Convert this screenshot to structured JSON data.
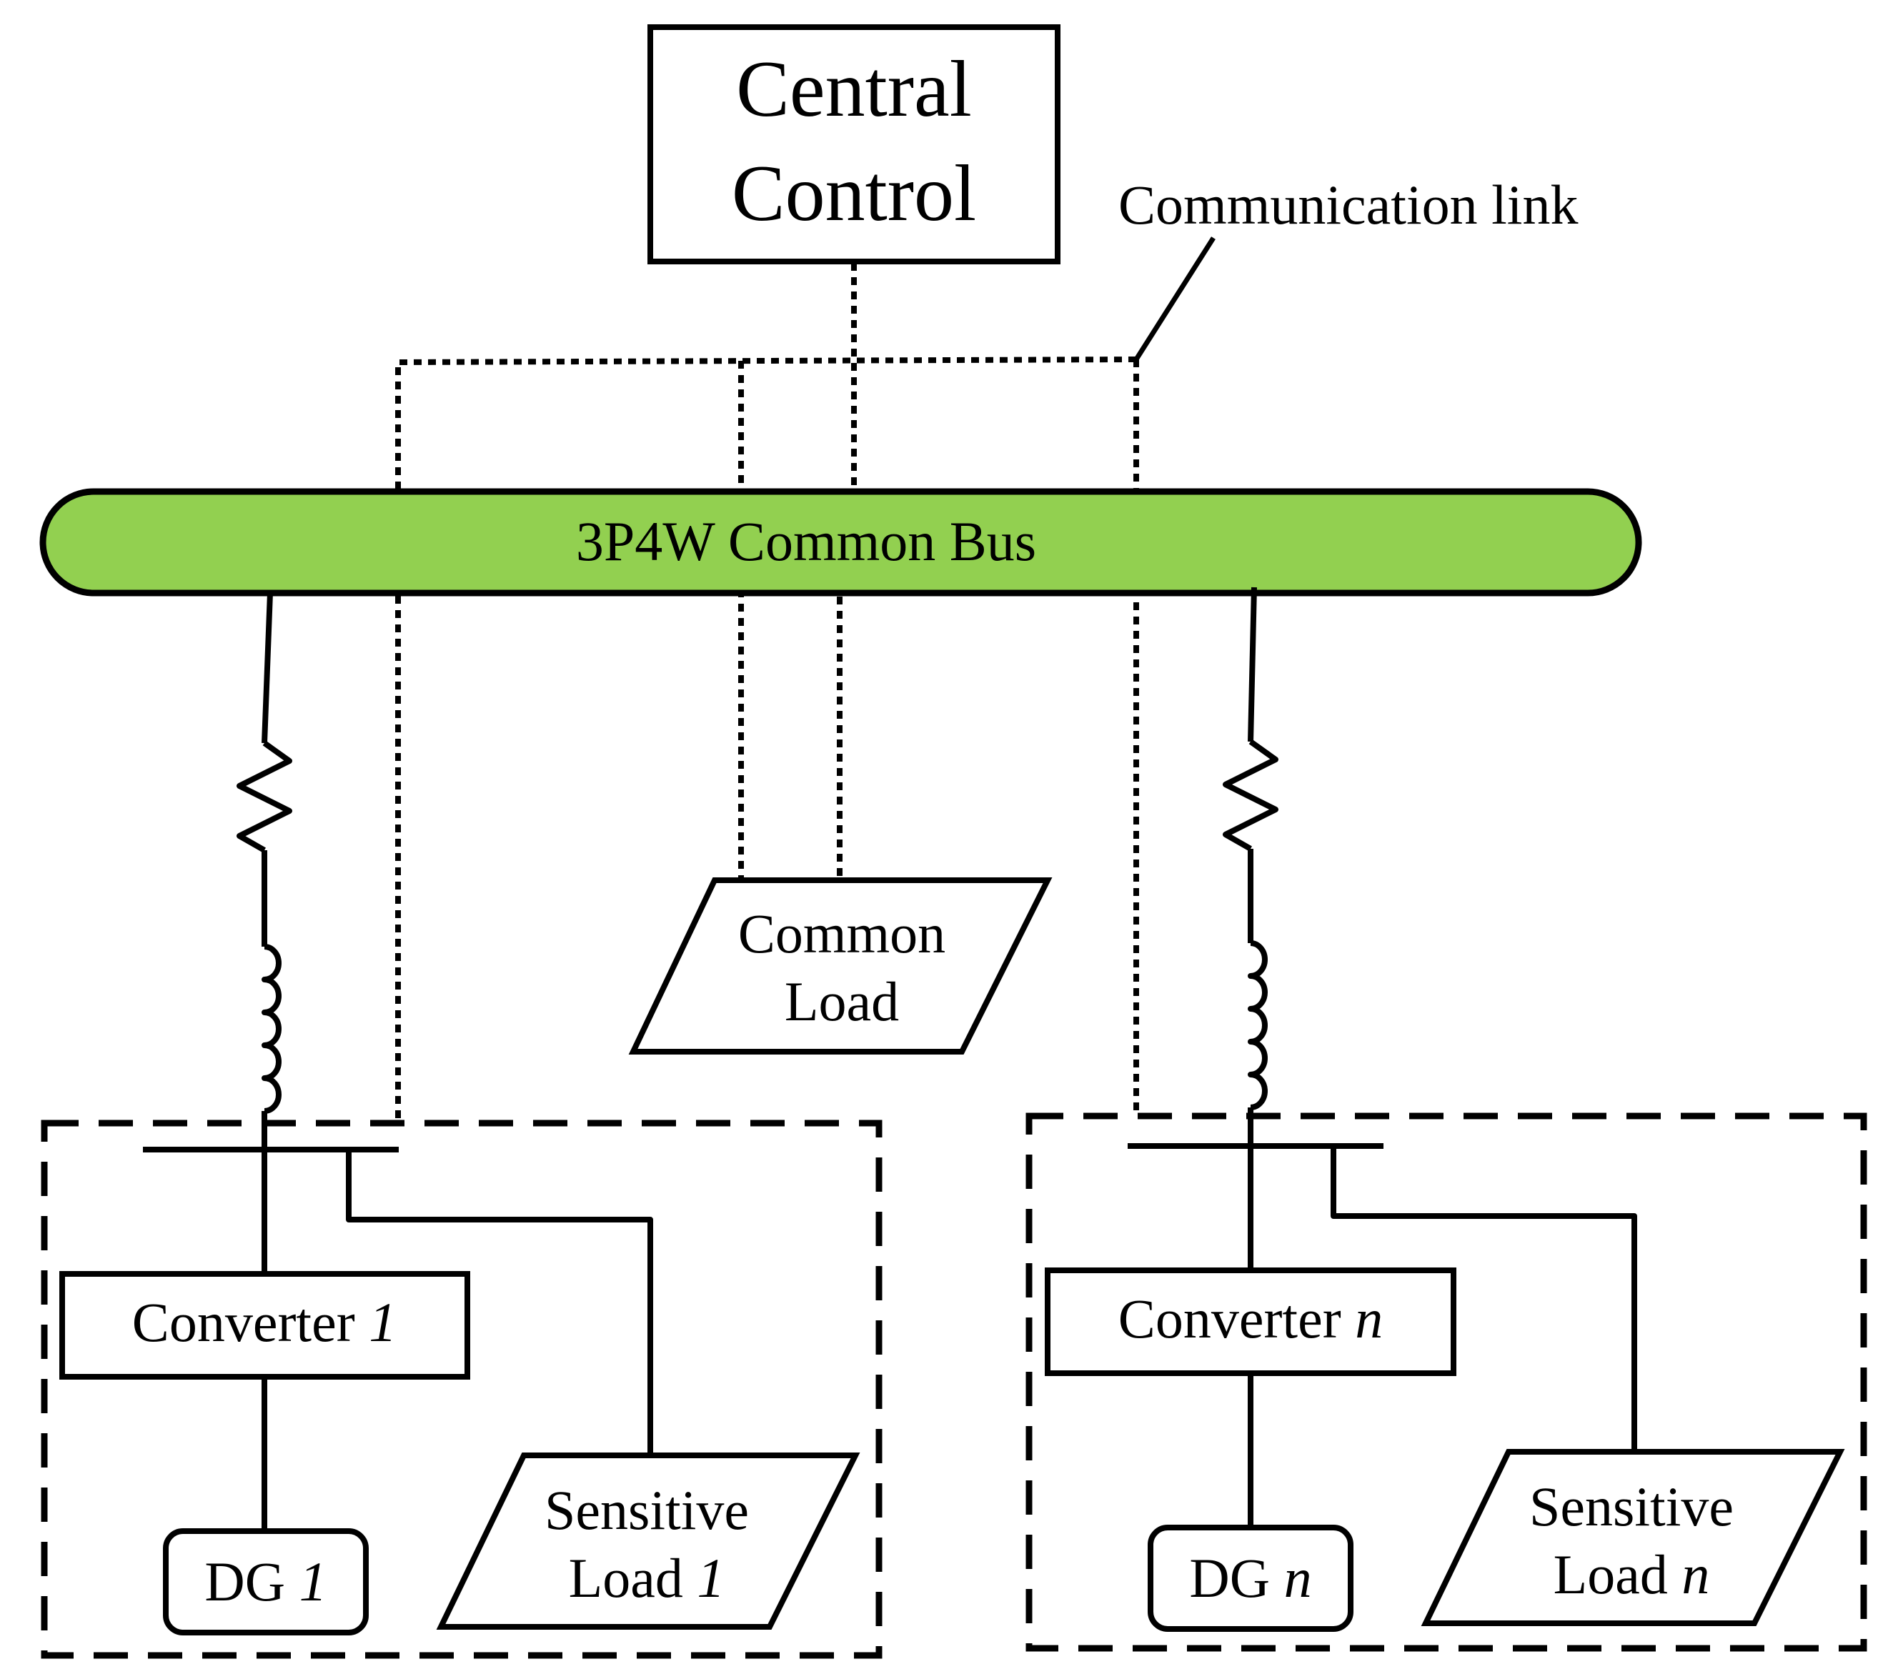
{
  "central_control": {
    "line1": "Central",
    "line2": "Control"
  },
  "communication_link_label": "Communication link",
  "common_bus_label": "3P4W Common Bus",
  "common_load": {
    "line1": "Common",
    "line2": "Load"
  },
  "unit_1": {
    "converter": {
      "prefix": "Converter ",
      "index": "1"
    },
    "dg": {
      "prefix": "DG ",
      "index": "1"
    },
    "sensitive_load": {
      "line1": "Sensitive",
      "line2_prefix": "Load ",
      "index": "1"
    }
  },
  "unit_n": {
    "converter": {
      "prefix": "Converter ",
      "index": "n"
    },
    "dg": {
      "prefix": "DG ",
      "index": "n"
    },
    "sensitive_load": {
      "line1": "Sensitive",
      "line2_prefix": "Load ",
      "index": "n"
    }
  },
  "colors": {
    "bus_fill": "#92d050",
    "stroke": "#000000",
    "background": "#ffffff"
  }
}
